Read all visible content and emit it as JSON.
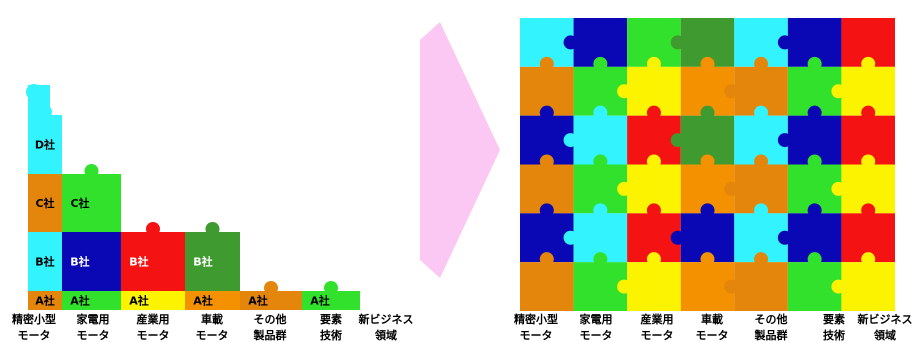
{
  "colors": {
    "cyan": "#33f3ff",
    "orange": "#e3860b",
    "green": "#32e12c",
    "blue": "#0a07b5",
    "red": "#f51212",
    "dark_green": "#3f9a2f",
    "yellow": "#fbf300",
    "orange2": "#f39100",
    "arrow": "#fbc8f3"
  },
  "categories": [
    {
      "line1": "精密小型",
      "line2": "モータ"
    },
    {
      "line1": "家電用",
      "line2": "モータ"
    },
    {
      "line1": "産業用",
      "line2": "モータ"
    },
    {
      "line1": "車載",
      "line2": "モータ"
    },
    {
      "line1": "その他",
      "line2": "製品群"
    },
    {
      "line1": "要素",
      "line2": "技術"
    },
    {
      "line1": "新ビジネス",
      "line2": "領域"
    }
  ],
  "left_pieces": [
    {
      "col": 0,
      "row": 0,
      "label": "A社",
      "color": "orange",
      "text": "dark"
    },
    {
      "col": 0,
      "row": 1,
      "label": "B社",
      "color": "cyan",
      "text": "dark"
    },
    {
      "col": 0,
      "row": 2,
      "label": "C社",
      "color": "orange",
      "text": "dark"
    },
    {
      "col": 0,
      "row": 3,
      "label": "D社",
      "color": "cyan",
      "text": "dark"
    },
    {
      "col": 1,
      "row": 0,
      "label": "A社",
      "color": "green",
      "text": "dark"
    },
    {
      "col": 1,
      "row": 1,
      "label": "B社",
      "color": "blue",
      "text": "light"
    },
    {
      "col": 1,
      "row": 2,
      "label": "C社",
      "color": "green",
      "text": "dark"
    },
    {
      "col": 2,
      "row": 0,
      "label": "A社",
      "color": "yellow",
      "text": "dark"
    },
    {
      "col": 2,
      "row": 1,
      "label": "B社",
      "color": "red",
      "text": "light"
    },
    {
      "col": 3,
      "row": 0,
      "label": "A社",
      "color": "orange2",
      "text": "dark"
    },
    {
      "col": 3,
      "row": 1,
      "label": "B社",
      "color": "dark_green",
      "text": "light"
    },
    {
      "col": 4,
      "row": 0,
      "label": "A社",
      "color": "orange",
      "text": "dark"
    },
    {
      "col": 5,
      "row": 0,
      "label": "A社",
      "color": "green",
      "text": "dark"
    }
  ],
  "right_grid": [
    [
      "cyan",
      "blue",
      "green",
      "dark_green",
      "cyan",
      "blue",
      "red"
    ],
    [
      "orange",
      "green",
      "yellow",
      "orange2",
      "orange",
      "green",
      "yellow"
    ],
    [
      "blue",
      "cyan",
      "red",
      "dark_green",
      "cyan",
      "blue",
      "red"
    ],
    [
      "orange",
      "green",
      "yellow",
      "orange2",
      "orange",
      "green",
      "yellow"
    ],
    [
      "blue",
      "cyan",
      "red",
      "blue",
      "cyan",
      "blue",
      "red"
    ],
    [
      "orange",
      "green",
      "yellow",
      "orange2",
      "orange",
      "green",
      "yellow"
    ]
  ]
}
